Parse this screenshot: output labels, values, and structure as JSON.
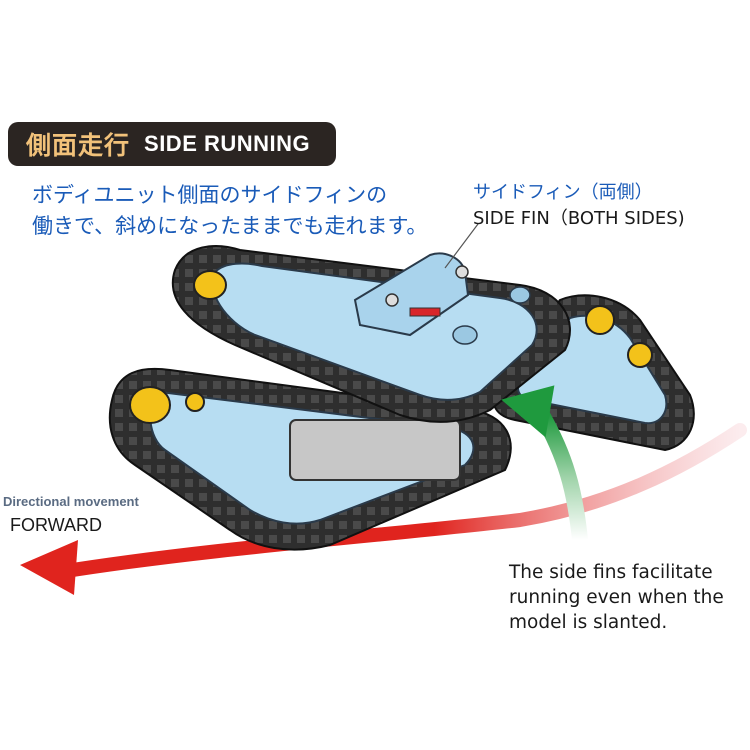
{
  "header": {
    "title_jp": "側面走行",
    "title_en": "SIDE RUNNING"
  },
  "description_jp": {
    "line1": "ボディユニット側面のサイドフィンの",
    "line2": "働きで、斜めになったままでも走れます。"
  },
  "callout_fin": {
    "jp": "サイドフィン（両側）",
    "en": "SIDE FIN（BOTH SIDES)"
  },
  "direction": {
    "label": "Directional movement",
    "value": "FORWARD"
  },
  "note": {
    "line1": "The side fins facilitate",
    "line2": "running even when the",
    "line3": "model is slanted."
  },
  "colors": {
    "header_bg": "#2b2522",
    "header_jp": "#f2c27a",
    "blue_text": "#1a5bb8",
    "body_panel": "#b7ddf2",
    "track": "#2e2e2e",
    "wheel": "#f3c21a",
    "arrow_red": "#e0241e",
    "arrow_green": "#1f9a3e"
  },
  "icons": [
    "forward-arrow-icon",
    "slant-arrow-icon"
  ]
}
